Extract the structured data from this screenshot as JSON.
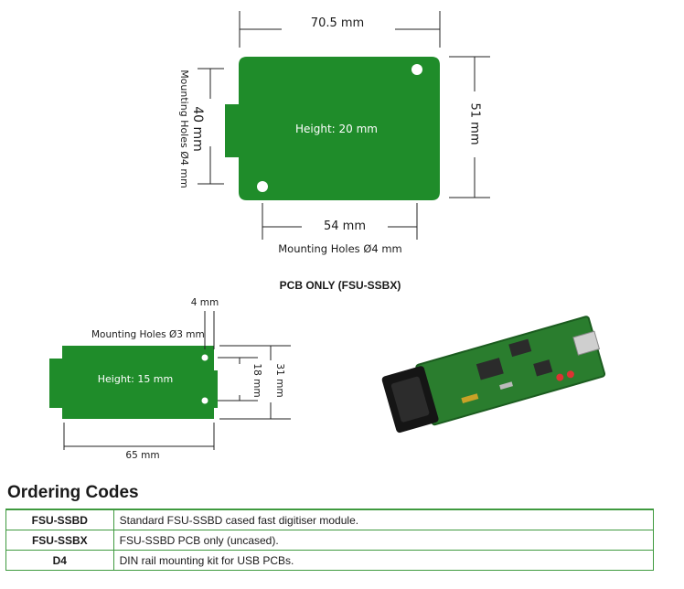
{
  "cased": {
    "width_label": "70.5 mm",
    "height_label": "51 mm",
    "holes_vertical_label": "40 mm",
    "holes_vertical_sub": "Mounting Holes Ø4 mm",
    "holes_horizontal_label": "54 mm",
    "holes_horizontal_sub": "Mounting Holes Ø4 mm",
    "board_label": "Height: 20 mm"
  },
  "pcb_caption": "PCB ONLY (FSU-SSBX)",
  "pcb": {
    "edge_label": "4 mm",
    "holes_label": "Mounting Holes Ø3 mm",
    "board_label": "Height: 15 mm",
    "holes_span_label": "18 mm",
    "height_label": "31 mm",
    "width_label": "65 mm"
  },
  "ordering": {
    "title": "Ordering Codes",
    "rows": [
      {
        "code": "FSU-SSBD",
        "description": "Standard FSU-SSBD cased fast digitiser module."
      },
      {
        "code": "FSU-SSBX",
        "description": "FSU-SSBD PCB only (uncased)."
      },
      {
        "code": "D4",
        "description": "DIN rail mounting kit for USB PCBs."
      }
    ]
  },
  "colors": {
    "board_green": "#1f8c2a",
    "table_border": "#3f9a3f"
  }
}
